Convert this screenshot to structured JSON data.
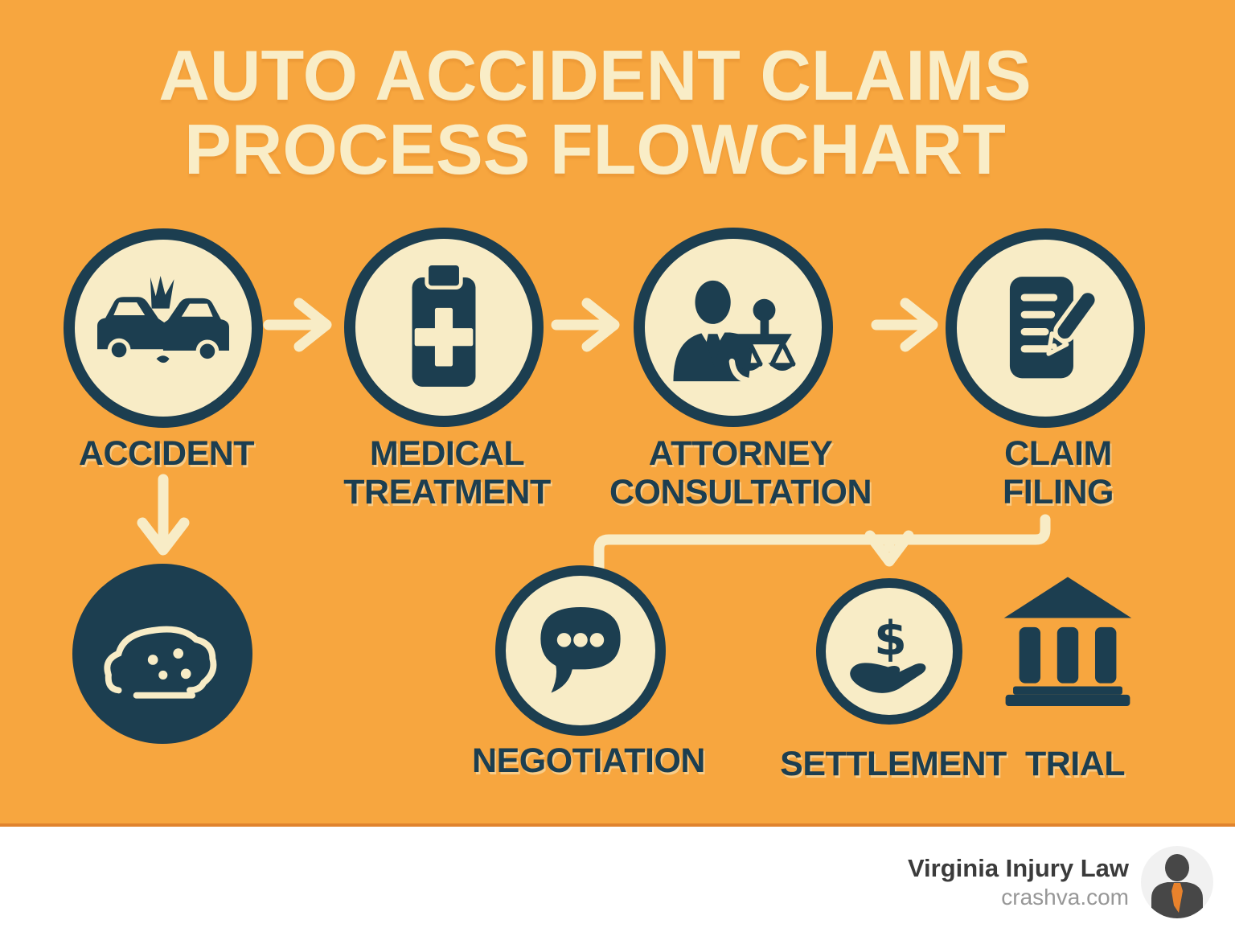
{
  "title": {
    "line1": "AUTO ACCIDENT CLAIMS",
    "line2": "PROCESS FLOWCHART"
  },
  "nodes": {
    "accident": {
      "label": "ACCIDENT",
      "icon": "car-crash-icon"
    },
    "medical_treatment": {
      "label_line1": "MEDICAL",
      "label_line2": "TREATMENT",
      "icon": "medical-clipboard-cross-icon"
    },
    "attorney_consultation": {
      "label_line1": "ATTORNEY",
      "label_line2": "CONSULTATION",
      "icon": "attorney-scales-icon"
    },
    "claim_filing": {
      "label_line1": "CLAIM",
      "label_line2": "FILING",
      "icon": "document-pencil-icon"
    },
    "vehicle_damage": {
      "icon": "damaged-vehicle-icon"
    },
    "negotiation": {
      "label": "NEGOTIATION",
      "icon": "speech-bubble-icon"
    },
    "settlement": {
      "label": "SETTLEMENT",
      "icon": "hand-dollar-icon"
    },
    "trial": {
      "label": "TRIAL",
      "icon": "courthouse-icon"
    }
  },
  "edges": [
    {
      "from": "accident",
      "to": "medical_treatment",
      "style": "arrow-right"
    },
    {
      "from": "medical_treatment",
      "to": "attorney_consultation",
      "style": "arrow-right"
    },
    {
      "from": "attorney_consultation",
      "to": "claim_filing",
      "style": "arrow-right"
    },
    {
      "from": "accident",
      "to": "vehicle_damage",
      "style": "arrow-down"
    },
    {
      "from": "claim_filing",
      "to": "negotiation",
      "style": "elbow-line"
    },
    {
      "from": "claim_filing",
      "to": "settlement",
      "style": "elbow-arrow-down"
    }
  ],
  "footer": {
    "brand": "Virginia Injury Law",
    "url": "crashva.com",
    "logo": "person-with-tie-logo"
  },
  "colors": {
    "background": "#F7A63F",
    "cream": "#F8ECC6",
    "navy": "#1C3E50",
    "footer_divider": "#E0832E",
    "footer_background": "#FFFFFF",
    "brand_text": "#3B3B3B",
    "url_text": "#979797",
    "logo_tie": "#E8822C",
    "logo_person": "#474747",
    "logo_background": "#F1F1F1"
  }
}
